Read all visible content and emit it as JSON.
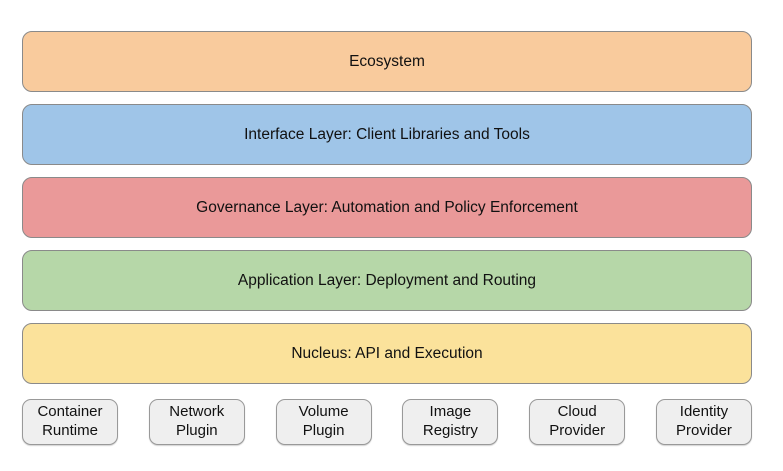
{
  "diagram": {
    "background": "#ffffff",
    "layer_border_color": "#8a8a8a",
    "provider_border_color": "#999999",
    "layers": [
      {
        "label": "Ecosystem",
        "fill": "#f9cb9d"
      },
      {
        "label": "Interface Layer: Client Libraries and Tools",
        "fill": "#9fc5e8"
      },
      {
        "label": "Governance Layer: Automation and Policy Enforcement",
        "fill": "#ea9999"
      },
      {
        "label": "Application Layer: Deployment and Routing",
        "fill": "#b6d7a8"
      },
      {
        "label": "Nucleus: API and Execution",
        "fill": "#fbe29b"
      }
    ],
    "providers": [
      {
        "label": "Container\nRuntime",
        "fill": "#efefef"
      },
      {
        "label": "Network\nPlugin",
        "fill": "#efefef"
      },
      {
        "label": "Volume\nPlugin",
        "fill": "#efefef"
      },
      {
        "label": "Image\nRegistry",
        "fill": "#efefef"
      },
      {
        "label": "Cloud\nProvider",
        "fill": "#efefef"
      },
      {
        "label": "Identity\nProvider",
        "fill": "#efefef"
      }
    ]
  }
}
